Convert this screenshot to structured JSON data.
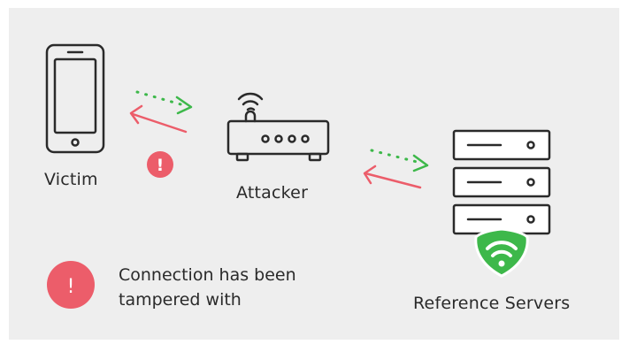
{
  "labels": {
    "victim": "Victim",
    "attacker": "Attacker",
    "servers": "Reference Servers"
  },
  "legend": {
    "line1": "Connection has been",
    "line2": "tampered with",
    "mark": "!"
  },
  "alert_mark": "!",
  "colors": {
    "background": "#eeeeee",
    "outline": "#2a2a2a",
    "alert": "#ec5d6a",
    "secure": "#3db84a",
    "arrow_green": "#3db84a",
    "arrow_red": "#ec5d6a"
  },
  "icons": {
    "victim": "smartphone-icon",
    "attacker": "wifi-router-icon",
    "servers": "server-stack-icon",
    "shield": "wifi-shield-icon",
    "alert": "exclamation-circle-icon"
  }
}
